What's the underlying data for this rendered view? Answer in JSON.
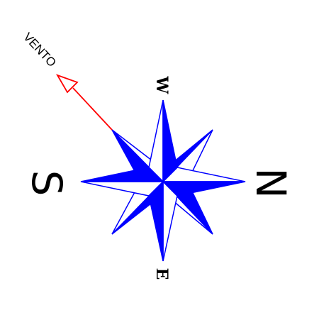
{
  "compass": {
    "north_label": "N",
    "south_label": "S",
    "west_label": "W",
    "east_label": "E",
    "star_color": "#0000ff",
    "outline_color": "#0000ff",
    "background": "#ffffff"
  },
  "wind": {
    "label": "VENTO",
    "arrow_color": "#ff0000"
  }
}
